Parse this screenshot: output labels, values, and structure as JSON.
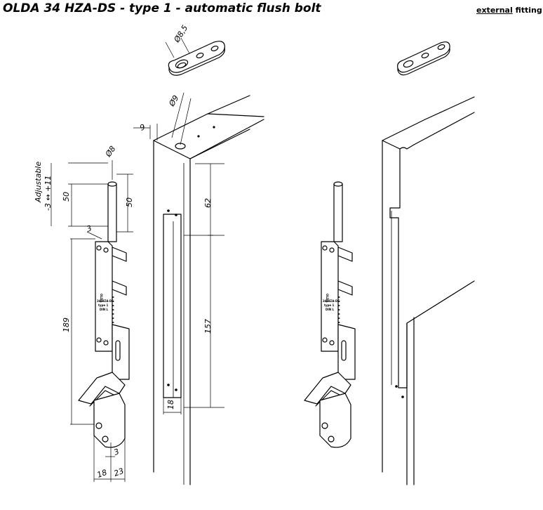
{
  "header": {
    "title": "OLDA 34 HZA-DS - type 1 - automatic flush bolt",
    "fitting_word": "external",
    "fitting_rest": " fitting"
  },
  "dimensions": {
    "d_plate_hole": "Ø8,5",
    "d_frame_hole": "Ø9",
    "d_rod": "Ø8",
    "offset_9": "9",
    "rod_50_left": "50",
    "rod_50_right": "50",
    "adjustable": "Adjustable",
    "adjust_range": "-3 ↔ +11",
    "thick_3_top": "3",
    "total_189": "189",
    "top_62": "62",
    "slot_157": "157",
    "slot_width_18": "18",
    "gap_3_bottom": "3",
    "width_18": "18",
    "width_23": "23"
  },
  "bolt_labels": {
    "brand": "OLDA",
    "model": "34 HZA-DS",
    "type": "type 1",
    "extra": "DIN L"
  }
}
